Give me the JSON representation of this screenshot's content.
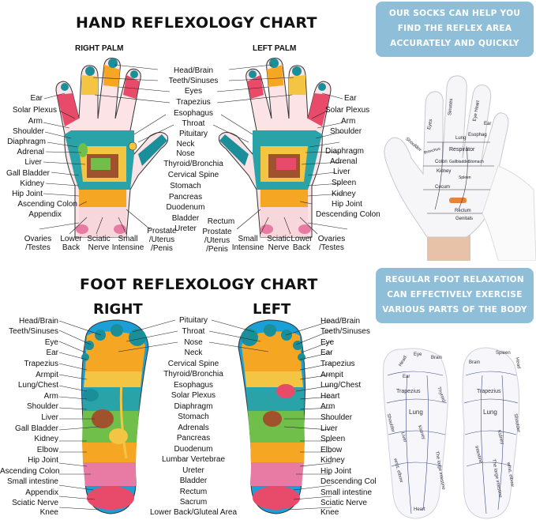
{
  "hand": {
    "title": "HAND REFLEXOLOGY CHART",
    "right_palm": "RIGHT PALM",
    "left_palm": "LEFT PALM",
    "center_labels": [
      "Head/Brain",
      "Teeth/Sinuses",
      "Eyes",
      "Trapezius",
      "Esophagus",
      "Throat",
      "Pituitary",
      "Neck",
      "Nose",
      "Thyroid/Bronchia",
      "Cervical Spine",
      "Stomach",
      "Pancreas",
      "Duodenum",
      "Bladder",
      "Ureter"
    ],
    "left_labels": [
      "Ear",
      "Solar Plexus",
      "Arm",
      "Shoulder",
      "Diaphragm",
      "Adrenal",
      "Liver",
      "Gall Bladder",
      "Kidney",
      "Hip Joint",
      "Ascending Colon",
      "Appendix"
    ],
    "right_labels": [
      "Ear",
      "Solar Plexus",
      "Arm",
      "Shoulder",
      "Diaphragm",
      "Adrenal",
      "Liver",
      "Spleen",
      "Kidney",
      "Hip Joint",
      "Descending Colon"
    ],
    "bottom_left": [
      "Ovaries\n/Testes",
      "Lower\nBack",
      "Sciatic\nNerve",
      "Small\nIntensine",
      "Prostate\n/Uterus\n/Penis"
    ],
    "bottom_right": [
      "Rectum",
      "Prostate\n/Uterus\n/Penis",
      "Small\nIntensine",
      "Sciatic\nNerve",
      "Lower\nBack",
      "Ovaries\n/Testes"
    ]
  },
  "foot": {
    "title": "FOOT REFLEXOLOGY CHART",
    "right": "RIGHT",
    "left": "LEFT",
    "left_labels": [
      "Head/Brain",
      "Teeth/Sinuses",
      "Eye",
      "Ear",
      "Trapezius",
      "Armpit",
      "Lung/Chest",
      "Arm",
      "Shoulder",
      "Liver",
      "Gall Bladder",
      "Kidney",
      "Elbow",
      "Hip Joint",
      "Ascending Colon",
      "Small intestine",
      "Appendix",
      "Sciatic Nerve",
      "Knee"
    ],
    "center_labels": [
      "Pituitary",
      "Throat",
      "Nose",
      "Neck",
      "Cervical Spine",
      "Thyroid/Bronchia",
      "Esophagus",
      "Solar Plexus",
      "Diaphragm",
      "Stomach",
      "Adrenals",
      "Pancreas",
      "Duodenum",
      "Lumbar Vertebrae",
      "Ureter",
      "Bladder",
      "Rectum",
      "Sacrum",
      "Lower Back/Gluteal Area"
    ],
    "right_labels": [
      "Head/Brain",
      "Teeth/Sinuses",
      "Eye",
      "Ear",
      "Trapezius",
      "Armpit",
      "Lung/Chest",
      "Heart",
      "Arm",
      "Shoulder",
      "Liver",
      "Spleen",
      "Elbow",
      "Kidney",
      "Hip Joint",
      "Descending Colo",
      "Small intestine",
      "Sciatic Nerve",
      "Knee"
    ]
  },
  "banners": {
    "top": "OUR SOCKS CAN HELP YOU FIND THE REFLEX AREA ACCURATELY AND QUICKLY",
    "bottom": "REGULAR FOOT RELAXATION CAN EFFECTIVELY EXERCISE VARIOUS PARTS OF THE BODY"
  },
  "glove_words": [
    "Eyes",
    "Sinuses",
    "Eye Heart",
    "Ear",
    "Lung",
    "Esophag",
    "Respirator",
    "Colon",
    "Gallbladder",
    "Kidney",
    "Cecum",
    "Rectum",
    "Genitals",
    "Shoulder",
    "Bronchus",
    "Stomach",
    "Spleen"
  ],
  "sock_words": [
    "Head",
    "Eye",
    "Brain",
    "Ear",
    "Trapezius",
    "Thyroid",
    "Lung",
    "Shoulder",
    "Liver",
    "Kidney",
    "The large intestine",
    "wrist, elbow",
    "Heart",
    "Spleen",
    "Head",
    "Brain",
    "Trapezius",
    "Lung",
    "Shoulder",
    "Kidney",
    "Intestine",
    "The large intestine",
    "wrist, elbow"
  ]
}
